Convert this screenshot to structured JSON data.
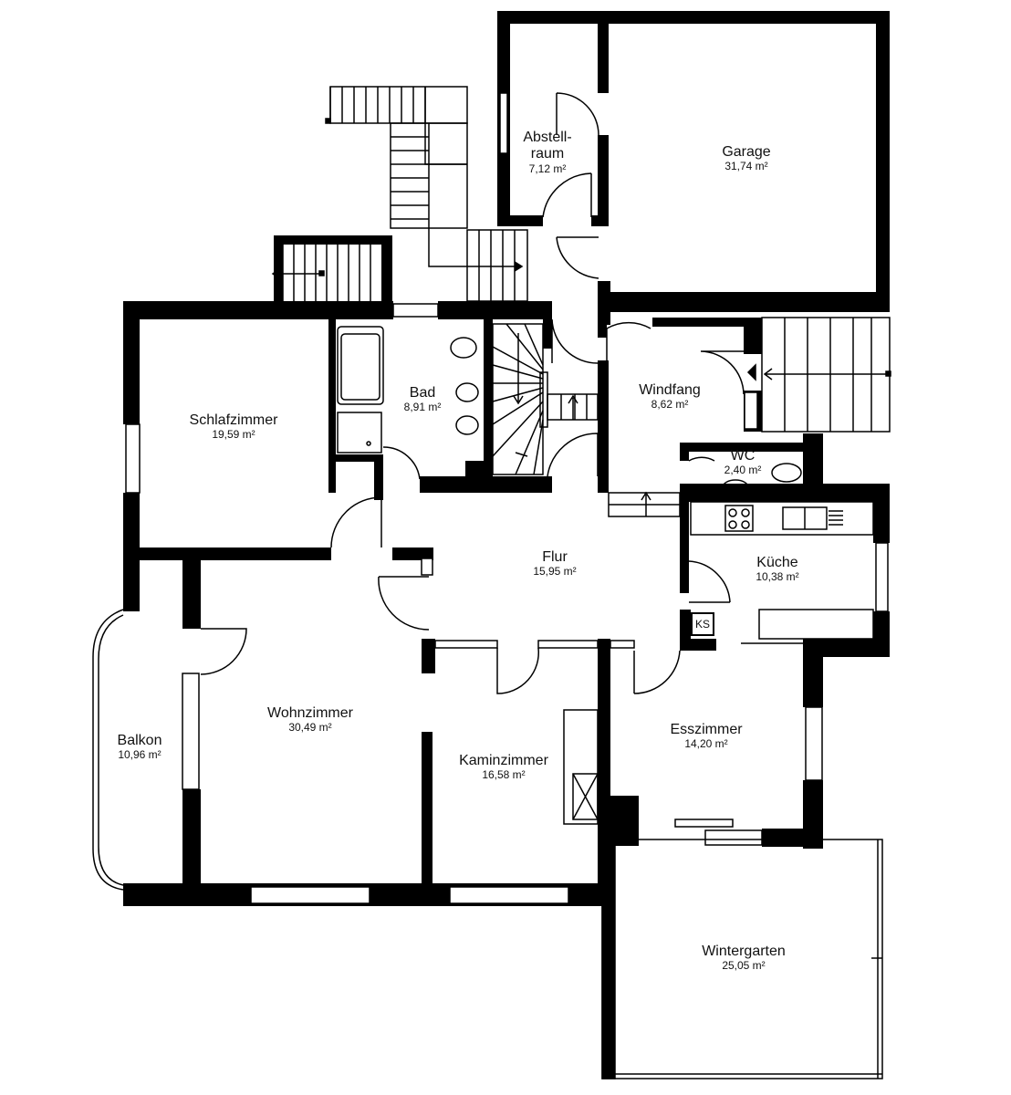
{
  "rooms": {
    "abstellraum": {
      "name_line1": "Abstell-",
      "name_line2": "raum",
      "area": "7,12 m²"
    },
    "garage": {
      "name": "Garage",
      "area": "31,74 m²"
    },
    "bad": {
      "name": "Bad",
      "area": "8,91 m²"
    },
    "windfang": {
      "name": "Windfang",
      "area": "8,62 m²"
    },
    "schlafzimmer": {
      "name": "Schlafzimmer",
      "area": "19,59 m²"
    },
    "wc": {
      "name": "WC",
      "area": "2,40 m²"
    },
    "flur": {
      "name": "Flur",
      "area": "15,95 m²"
    },
    "kueche": {
      "name": "Küche",
      "area": "10,38 m²"
    },
    "wohnzimmer": {
      "name": "Wohnzimmer",
      "area": "30,49 m²"
    },
    "kaminzimmer": {
      "name": "Kaminzimmer",
      "area": "16,58 m²"
    },
    "esszimmer": {
      "name": "Esszimmer",
      "area": "14,20 m²"
    },
    "balkon": {
      "name": "Balkon",
      "area": "10,96 m²"
    },
    "wintergarten": {
      "name": "Wintergarten",
      "area": "25,05 m²"
    }
  },
  "fixtures": {
    "fridge_label": "KS"
  },
  "colors": {
    "wall": "#000000",
    "window": "#ffffff",
    "line": "#000000"
  }
}
